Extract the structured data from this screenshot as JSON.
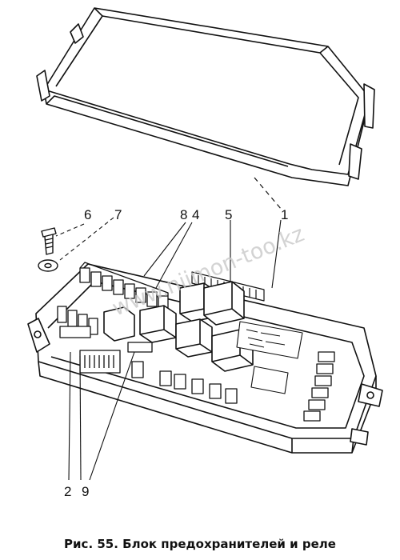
{
  "caption": "Рис. 55. Блок предохранителей и реле",
  "watermark": "www.niimon-too.kz",
  "callouts": {
    "c1": "1",
    "c2": "2",
    "c4": "4",
    "c5": "5",
    "c6": "6",
    "c7": "7",
    "c8": "8",
    "c9": "9"
  }
}
